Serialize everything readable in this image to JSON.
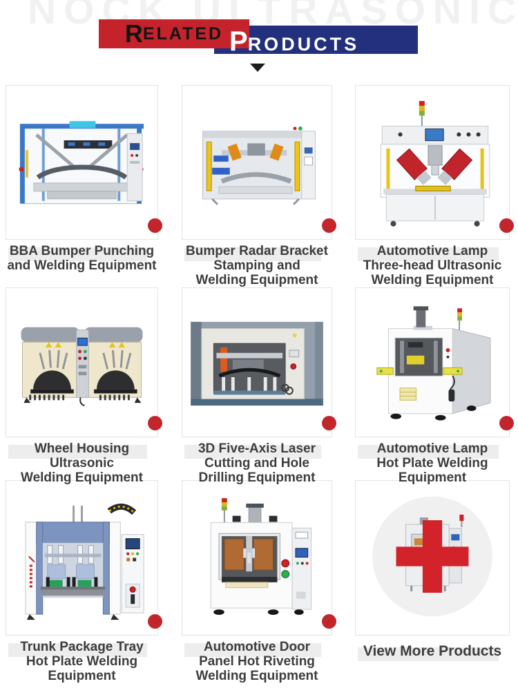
{
  "watermark": "NOCK ULTRASONIC",
  "header": {
    "related_first": "R",
    "related_rest": "ELATED",
    "products_first": "P",
    "products_rest": "RODUCTS",
    "arrow_icon": "triangle-down"
  },
  "colors": {
    "accent_red": "#c4232b",
    "accent_blue": "#22307e",
    "dot_red": "#c2262c",
    "caption_highlight": "#ededed",
    "card_border": "#e3e3e3",
    "caption_text": "#3d3d3d",
    "watermark_gray": "#f1f1f1"
  },
  "products": [
    {
      "image": "bba-bumper-machine-image",
      "has_dot": true,
      "lines": [
        "BBA Bumper Punching",
        "and Welding Equipment"
      ]
    },
    {
      "image": "bumper-radar-bracket-machine-image",
      "has_dot": true,
      "lines": [
        "Bumper Radar Bracket",
        "Stamping and",
        "Welding Equipment"
      ]
    },
    {
      "image": "lamp-three-head-ultrasonic-machine-image",
      "has_dot": true,
      "lines": [
        "Automotive Lamp",
        "Three-head Ultrasonic",
        "Welding Equipment"
      ]
    },
    {
      "image": "wheel-housing-ultrasonic-machine-image",
      "has_dot": true,
      "lines": [
        "Wheel Housing",
        "Ultrasonic",
        "Welding Equipment"
      ]
    },
    {
      "image": "laser-cutting-machine-image",
      "has_dot": true,
      "lines": [
        "3D Five-Axis Laser",
        "Cutting and Hole",
        "Drilling Equipment"
      ]
    },
    {
      "image": "lamp-hot-plate-machine-image",
      "has_dot": true,
      "lines": [
        "Automotive Lamp",
        "Hot Plate Welding",
        "Equipment"
      ]
    },
    {
      "image": "trunk-package-tray-machine-image",
      "has_dot": true,
      "lines": [
        "Trunk Package Tray",
        "Hot Plate Welding",
        "Equipment"
      ]
    },
    {
      "image": "door-panel-riveting-machine-image",
      "has_dot": true,
      "lines": [
        "Automotive Door",
        "Panel Hot Riveting",
        "Welding Equipment"
      ]
    },
    {
      "image": "view-more-plus-image",
      "has_dot": false,
      "lines": [
        "View More Products"
      ]
    }
  ]
}
